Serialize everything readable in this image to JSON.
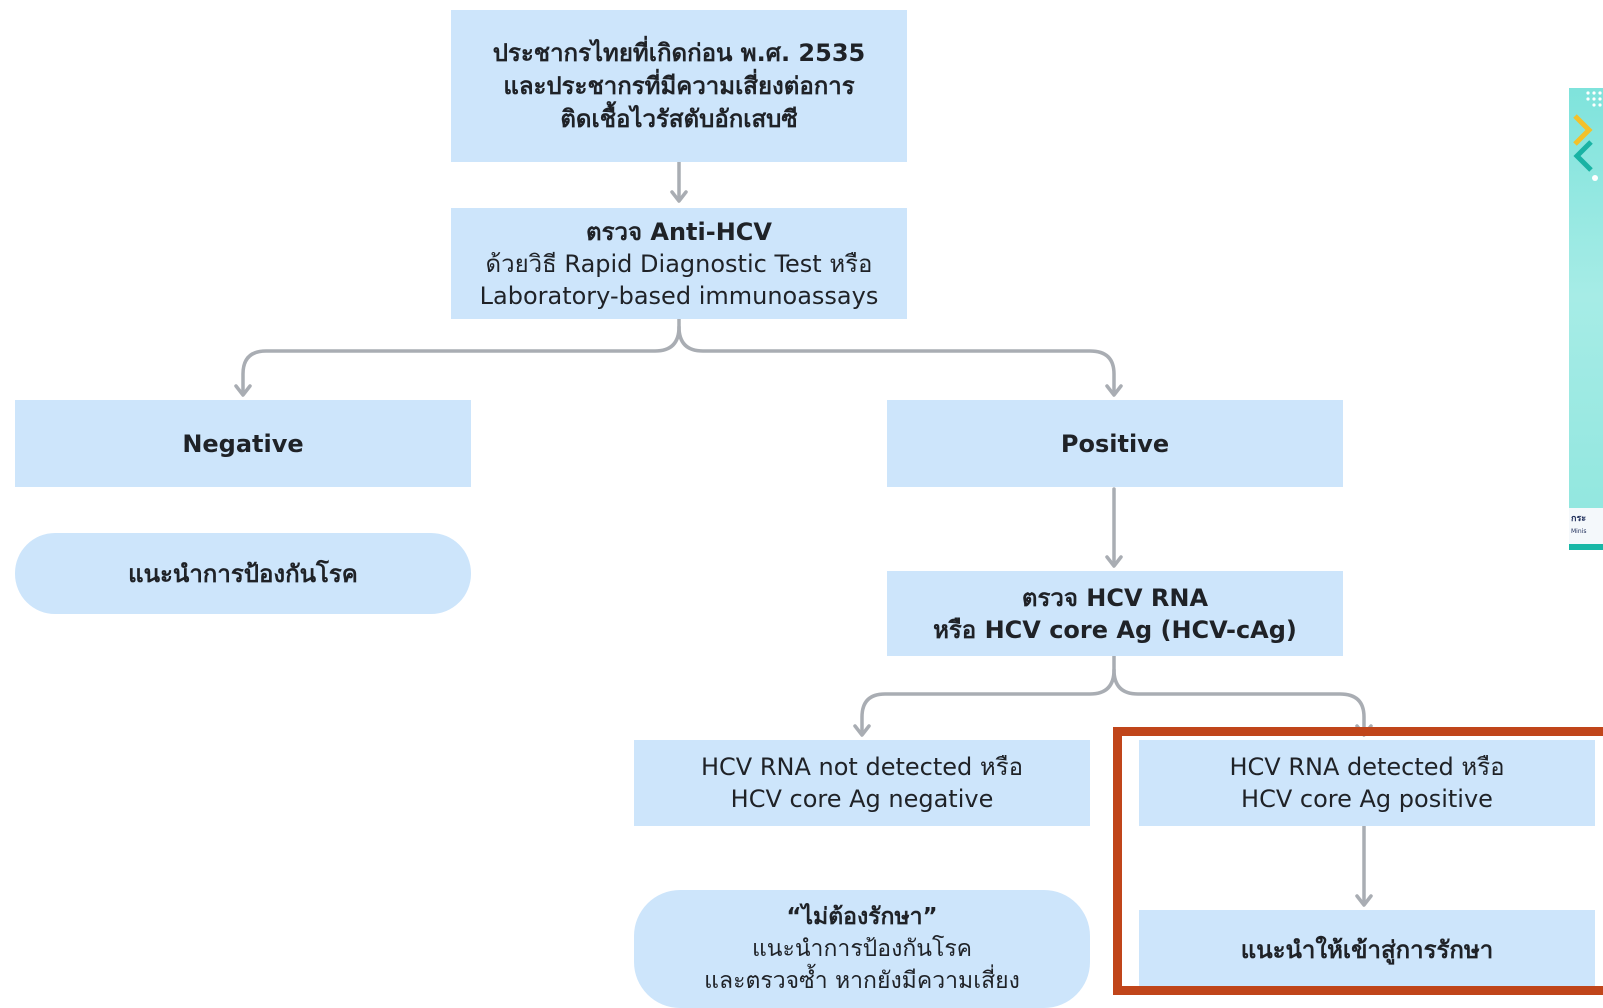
{
  "flowchart": {
    "top": [
      "ประชากรไทยที่เกิดก่อน พ.ศ. 2535",
      "และประชากรที่มีความเสี่ยงต่อการ",
      "ติดเชื้อไวรัสตับอักเสบซี"
    ],
    "anti_hcv": {
      "title": "ตรวจ Anti-HCV",
      "lines": [
        "ด้วยวิธี Rapid Diagnostic Test หรือ",
        "Laboratory-based immunoassays"
      ]
    },
    "negative": "Negative",
    "positive": "Positive",
    "prevent_advice": "แนะนำการป้องกันโรค",
    "rna_test": {
      "title": "ตรวจ HCV RNA",
      "subtitle": "หรือ HCV core Ag (HCV-cAg)"
    },
    "not_detected": [
      "HCV RNA not detected หรือ",
      "HCV core Ag negative"
    ],
    "detected": [
      "HCV RNA detected หรือ",
      "HCV core Ag positive"
    ],
    "no_treatment": {
      "title": "“ไม่ต้องรักษา”",
      "lines": [
        "แนะนำการป้องกันโรค",
        "และตรวจซ้ำ หากยังมีความเสี่ยง"
      ]
    },
    "treatment": "แนะนำให้เข้าสู่การรักษา"
  },
  "side_panel": {
    "footer_line1": "กระ",
    "footer_line2": "Minis"
  },
  "colors": {
    "box_fill": "#cde5fb",
    "connector": "#a9adb3",
    "highlight": "#c0451a",
    "side_panel": "#8fe6de"
  }
}
